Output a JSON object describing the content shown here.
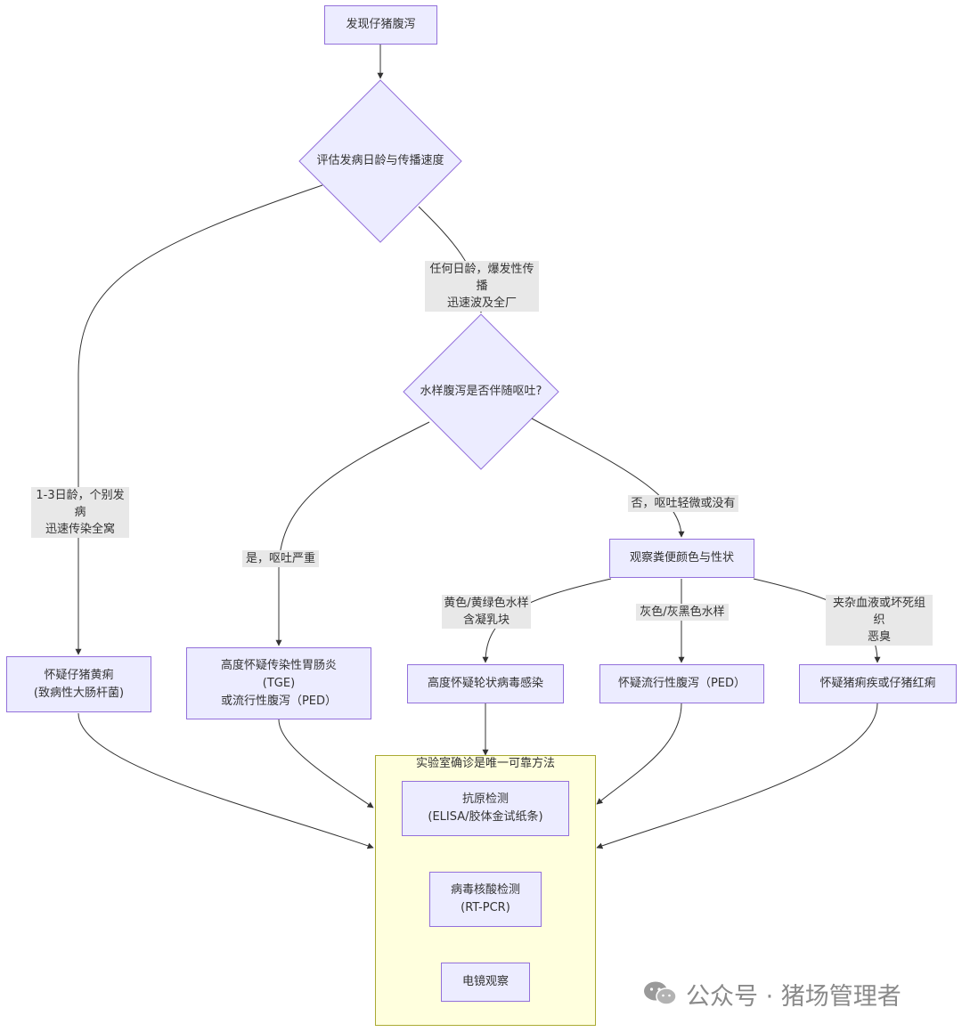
{
  "nodes": {
    "start": "发现仔猪腹泻",
    "assess": "评估发病日龄与传播速度",
    "vomit_q": "水样腹泻是否伴随呕吐?",
    "observe": "观察粪便颜色与性状",
    "ecoli": [
      "怀疑仔猪黄痢",
      "(致病性大肠杆菌)"
    ],
    "tge": [
      "高度怀疑传染性胃肠炎",
      "(TGE)",
      "或流行性腹泻（PED）"
    ],
    "rota": "高度怀疑轮状病毒感染",
    "ped": "怀疑流行性腹泻（PED）",
    "dysentery": "怀疑猪痢疾或仔猪红痢"
  },
  "edge_labels": {
    "any_age": [
      "任何日龄，爆发性传播",
      "迅速波及全厂"
    ],
    "age_1_3": [
      "1-3日龄，个别发病",
      "迅速传染全窝"
    ],
    "yes": "是，呕吐严重",
    "no": "否，呕吐轻微或没有",
    "yellow": [
      "黄色/黄绿色水样",
      "含凝乳块"
    ],
    "gray": "灰色/灰黑色水样",
    "blood": [
      "夹杂血液或坏死组织",
      "恶臭"
    ]
  },
  "lab": {
    "title": "实验室确诊是唯一可靠方法",
    "antigen": [
      "抗原检测",
      "(ELISA/胶体金试纸条)"
    ],
    "pcr": [
      "病毒核酸检测",
      "(RT-PCR)"
    ],
    "em": "电镜观察"
  },
  "watermark": "公众号 · 猪场管理者",
  "colors": {
    "node_fill": "#ECECFF",
    "node_stroke": "#9370DB",
    "cluster_fill": "#FFFFDE",
    "cluster_stroke": "#AAAA33",
    "edge": "#333333",
    "label_bg": "#E8E8E8"
  }
}
